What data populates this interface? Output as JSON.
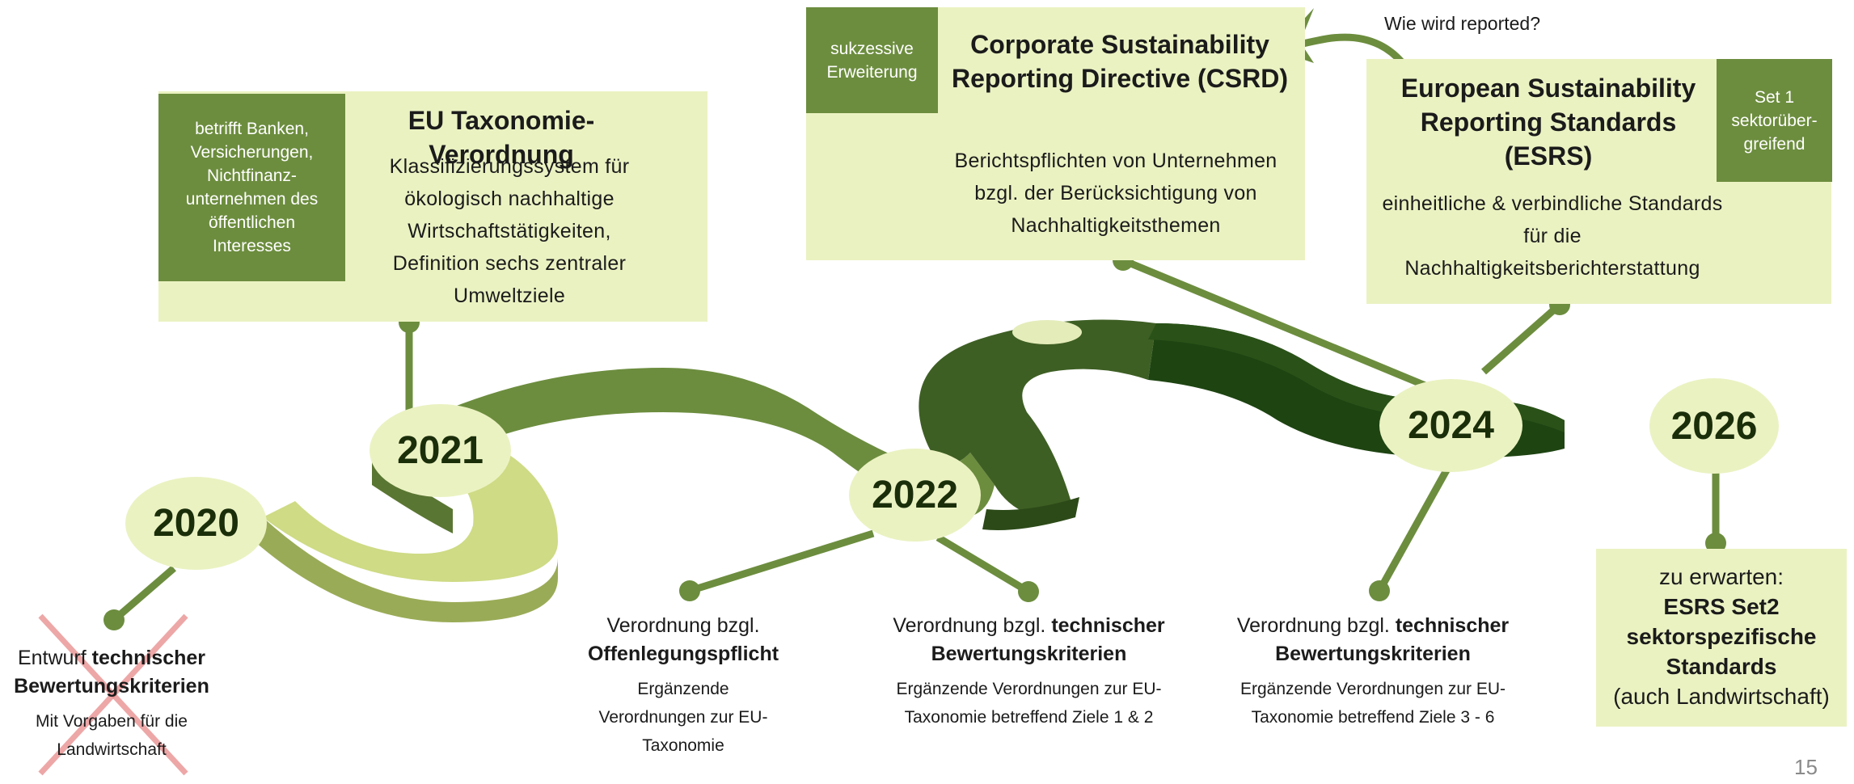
{
  "colors": {
    "light_box": "#ebf2c2",
    "dark_box": "#6c8d3e",
    "road_light": "#cfdb85",
    "road_mid": "#6c8d3e",
    "road_dark": "#3a5a22",
    "road_darkest": "#1e4412",
    "connector": "#6c8d3e",
    "cross": "#e88a8a"
  },
  "boxes": {
    "taxonomie": {
      "side": "betrifft Banken, Versicherungen, Nichtfinanz-unternehmen des öffentlichen Interesses",
      "title": "EU Taxonomie-Verordnung",
      "body": "Klassifizierungssystem für ökologisch nachhaltige Wirtschaftstätigkeiten, Definition sechs zentraler Umweltziele"
    },
    "csrd": {
      "side": "sukzessive Erweiterung",
      "title": "Corporate Sustainability Reporting Directive (CSRD)",
      "body": "Berichtspflichten von Unternehmen bzgl. der Berücksichtigung von Nachhaltigkeitsthemen"
    },
    "esrs": {
      "side": "Set 1 sektorüber-greifend",
      "title": "European Sustainability Reporting Standards (ESRS)",
      "body": "einheitliche & verbindliche Standards für die Nachhaltigkeitsberichterstattung"
    },
    "esrs2": {
      "line1": "zu erwarten:",
      "bold": "ESRS Set2 sektorspezifische Standards",
      "line2": "(auch Landwirtschaft)"
    }
  },
  "question": "Wie wird reported?",
  "years": [
    "2020",
    "2021",
    "2022",
    "2024",
    "2026"
  ],
  "labels": {
    "l2020": {
      "plain": "Entwurf ",
      "bold": "technischer Bewertungskriterien",
      "sub": "Mit Vorgaben für die Landwirtschaft"
    },
    "l2021": {
      "plain": "Verordnung bzgl.",
      "bold": "Offenlegungspflicht",
      "sub": "Ergänzende Verordnungen zur EU-Taxonomie"
    },
    "l2022": {
      "plain": "Verordnung bzgl. ",
      "bold": "technischer Bewertungskriterien",
      "sub": "Ergänzende Verordnungen zur EU-Taxonomie betreffend Ziele 1 & 2"
    },
    "l2024": {
      "plain": "Verordnung bzgl. ",
      "bold": "technischer Bewertungskriterien",
      "sub": "Ergänzende Verordnungen zur EU-Taxonomie betreffend Ziele 3 - 6"
    }
  },
  "page_number": "15"
}
